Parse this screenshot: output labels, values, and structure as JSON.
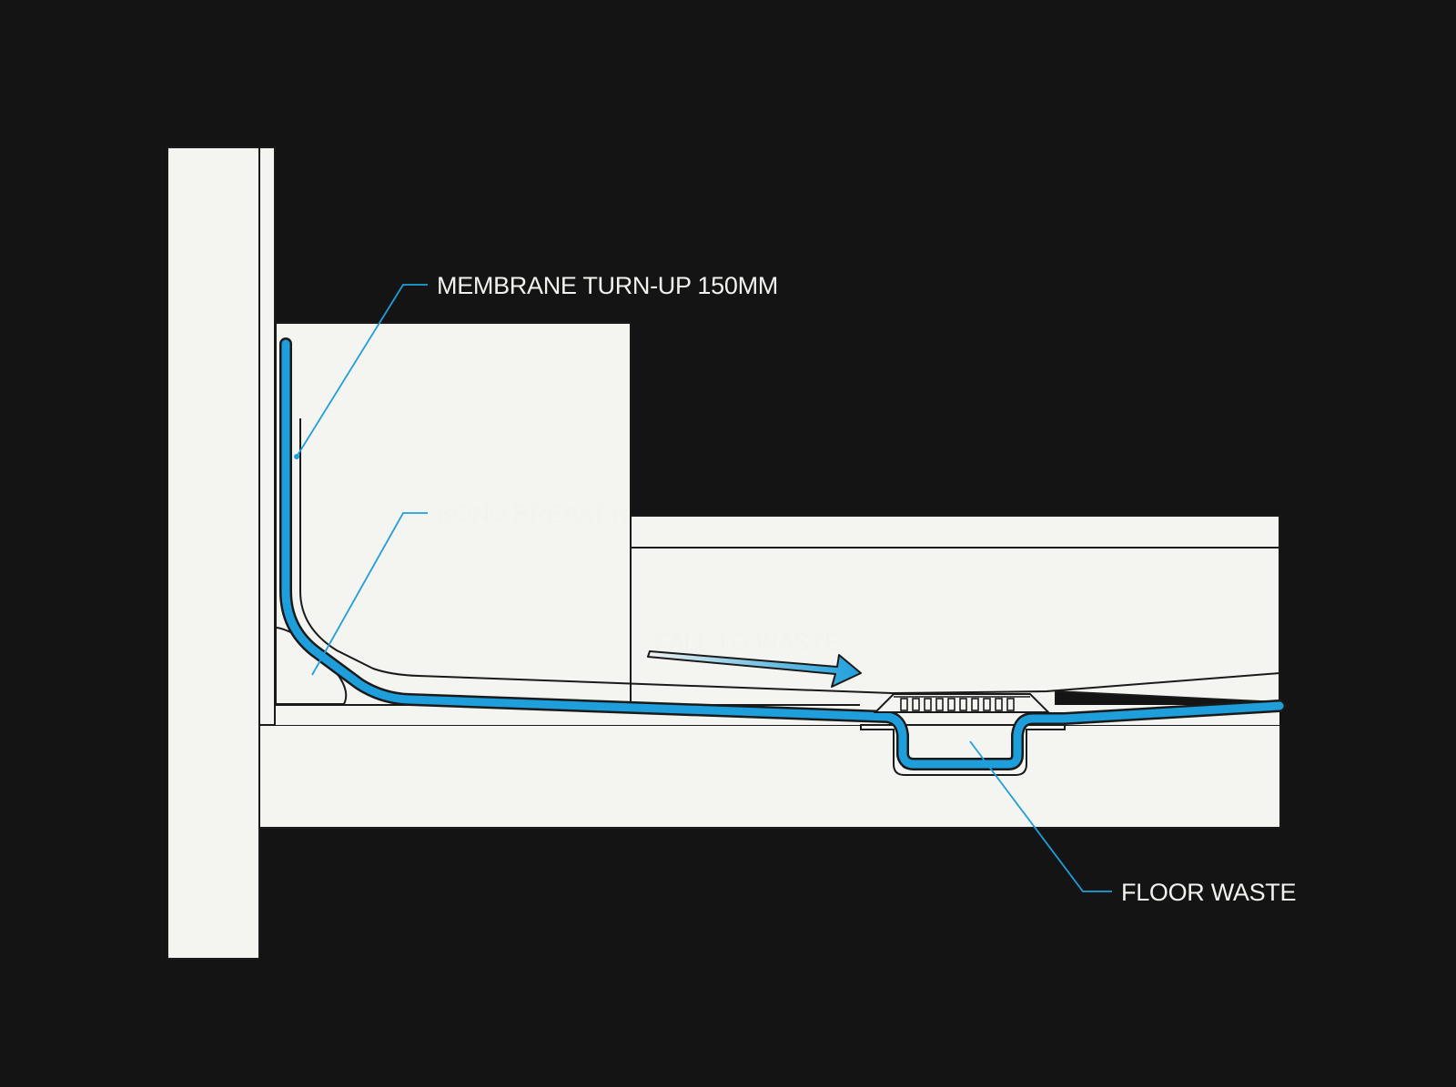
{
  "colors": {
    "background": "#141414",
    "structure": "#f4f4f0",
    "outline": "#1a1a1a",
    "membrane": "#1e9fdb",
    "label_text": "#f2f2ee"
  },
  "labels": {
    "membrane_turn_up": "MEMBRANE TURN-UP 150MM",
    "bond_breaker": "BOND BREAKER",
    "fall_to_waste": "FALL TO WASTE",
    "floor_waste": "FLOOR WASTE"
  },
  "icons": {
    "flow_direction": "arrow-right-icon",
    "drain_grate": "grate-icon"
  }
}
